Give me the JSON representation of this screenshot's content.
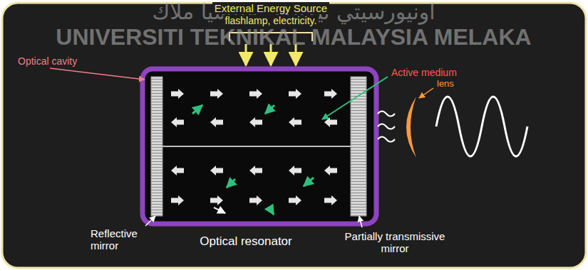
{
  "diagram": {
    "labels": [
      "اونيورسيتي تيكنيكل مليسيا ملاك",
      "UNIVERSITI TEKNIKAL MALAYSIA MELAKA",
      "External Energy Source",
      "flashlamp, electricity.",
      "Optical cavity",
      "Active medium",
      "lens",
      "Reflective mirror",
      "Optical resonator",
      "Partially transmissive mirror"
    ]
  }
}
